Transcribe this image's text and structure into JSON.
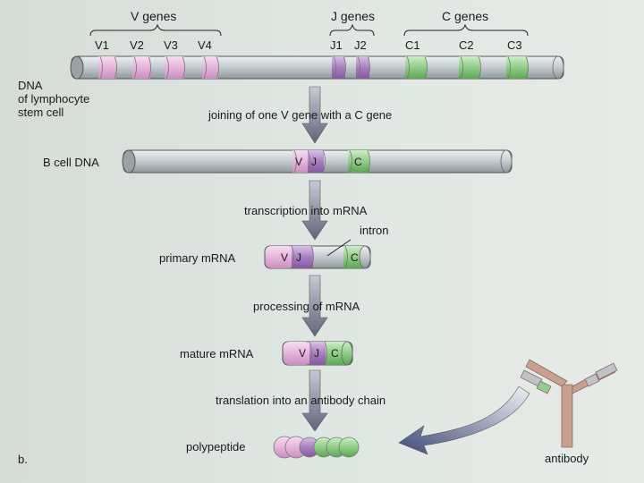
{
  "headers": {
    "v_genes": "V genes",
    "j_genes": "J genes",
    "c_genes": "C genes"
  },
  "gene_labels": {
    "v": [
      "V1",
      "V2",
      "V3",
      "V4"
    ],
    "j": [
      "J1",
      "J2"
    ],
    "c": [
      "C1",
      "C2",
      "C3"
    ]
  },
  "left_labels": {
    "dna_stem": [
      "DNA",
      "of lymphocyte",
      "stem cell"
    ],
    "b_cell_dna": "B cell DNA",
    "primary_mrna": "primary mRNA",
    "mature_mrna": "mature mRNA",
    "polypeptide": "polypeptide",
    "panel": "b."
  },
  "steps": {
    "joining": "joining of one V gene with a C gene",
    "transcription": "transcription into mRNA",
    "processing": "processing of mRNA",
    "translation": "translation into an antibody chain"
  },
  "segment_letters": {
    "v": "V",
    "j": "J",
    "c": "C"
  },
  "intron": "intron",
  "antibody": "antibody",
  "colors": {
    "v": "#e7b9dc",
    "j": "#b58ac6",
    "c": "#93cf8c",
    "tube": "#c6cdd0",
    "arrow": "#6d6f80",
    "antibody": "#c9a090"
  }
}
